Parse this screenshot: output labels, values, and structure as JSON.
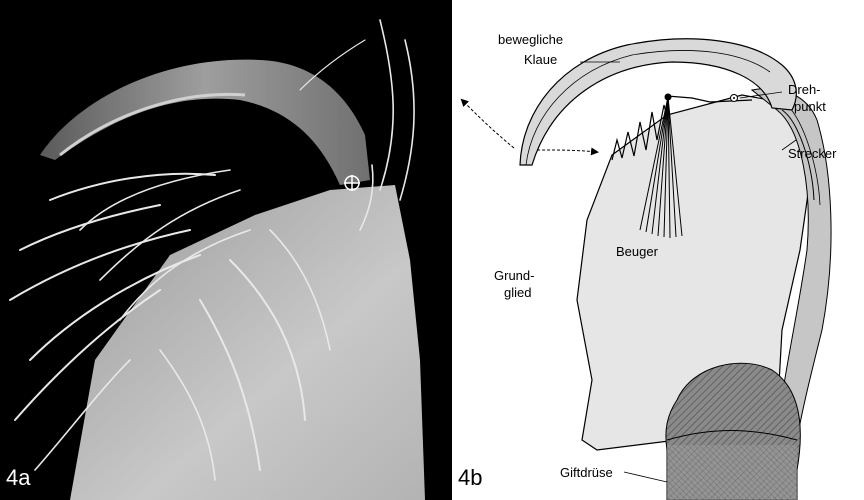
{
  "panels": {
    "a": {
      "label": "4a"
    },
    "b": {
      "label": "4b",
      "labels": {
        "claw_line1": "bewegliche",
        "claw_line2": "Klaue",
        "pivot_line1": "Dreh-",
        "pivot_line2": "punkt",
        "extensor": "Strecker",
        "flexor": "Beuger",
        "base_line1": "Grund-",
        "base_line2": "glied",
        "gland": "Giftdrüse"
      }
    }
  },
  "colors": {
    "sem_background": "#000000",
    "sem_tissue": "#c9c9c9",
    "drawing_segment": "#e6e6e6",
    "drawing_muscle": "#b8b8b8",
    "drawing_gland": "#8a8a8a"
  }
}
